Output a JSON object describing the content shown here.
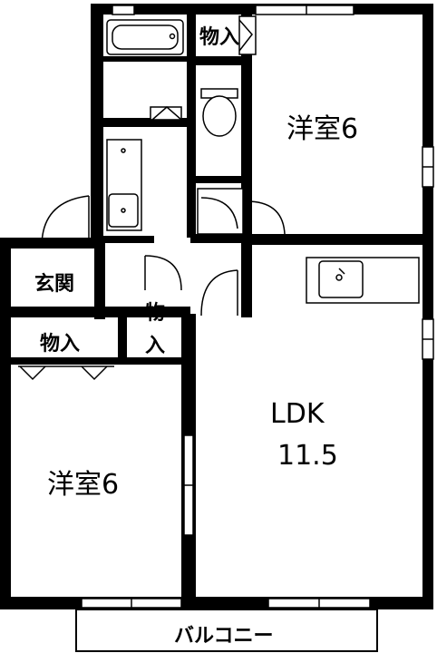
{
  "rooms": {
    "western_room_upper": "洋室6",
    "western_room_lower": "洋室6",
    "ldk_label": "LDK",
    "ldk_size": "11.5",
    "entrance": "玄関",
    "storage_upper": "物入",
    "storage_left": "物入",
    "storage_center_top": "物",
    "storage_center_bottom": "入",
    "balcony": "バルコニー"
  },
  "colors": {
    "wall": "#000000",
    "background": "#ffffff"
  }
}
